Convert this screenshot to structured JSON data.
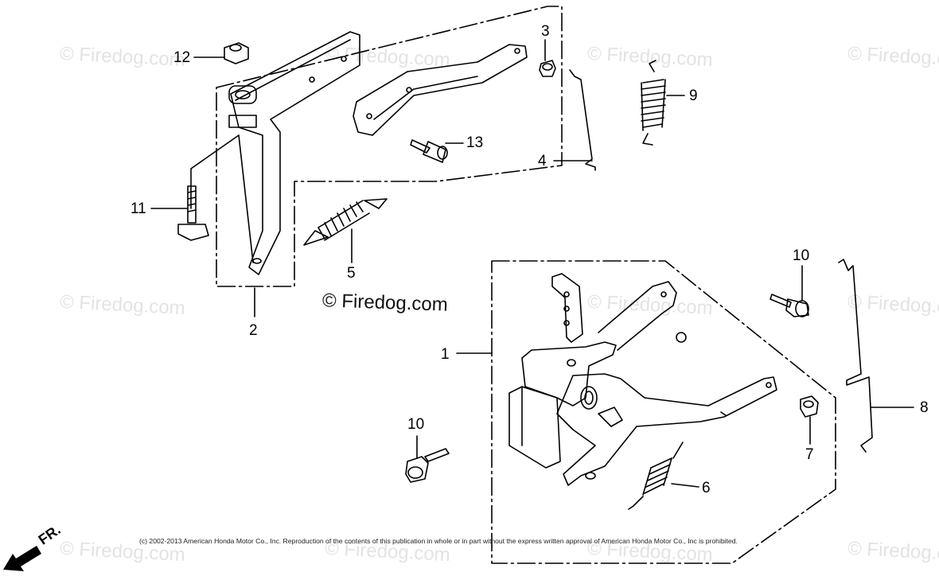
{
  "watermark_text": "© Firedog.com",
  "center_watermark": "© Firedog.com",
  "copyright": "(c) 2002-2013 American Honda Motor Co., Inc. Reproduction of the contents of this publication in whole or in part without the express written approval of American Honda Motor Co., Inc is prohibited.",
  "direction_label": "FR.",
  "callouts": {
    "c1": "1",
    "c2": "2",
    "c3": "3",
    "c4": "4",
    "c5": "5",
    "c6": "6",
    "c7": "7",
    "c8": "8",
    "c9": "9",
    "c10a": "10",
    "c10b": "10",
    "c11": "11",
    "c12": "12",
    "c13": "13"
  }
}
